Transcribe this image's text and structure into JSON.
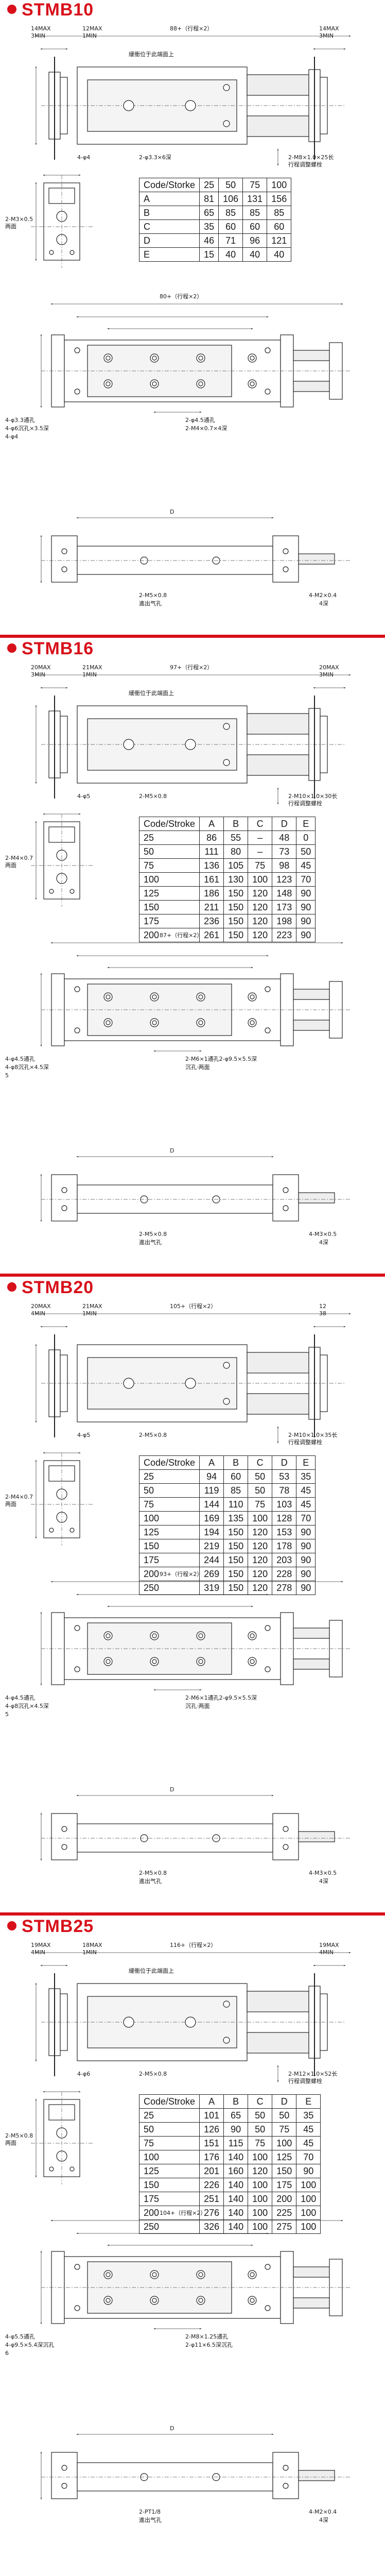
{
  "sections": [
    {
      "title": "STMB10",
      "labels": {
        "l1": "14MAX",
        "l2": "3MIN",
        "l3": "12MAX",
        "l4": "1MIN",
        "l5": "88+（行程×2）",
        "l6": "14MAX",
        "l7": "3MIN",
        "l8": "緩衝位于此端面上",
        "l9": "4-φ4",
        "l10": "2-φ3.3×6深",
        "l11": "2-M8×1.0×25长",
        "l12": "行程调整螺栓",
        "l13": "2-M3×0.5",
        "l14": "两面",
        "l15": "80+（行程×2）",
        "l16": "4-φ3.3通孔",
        "l17": "4-φ6沉孔×3.5深",
        "l18": "4-φ4",
        "l19": "2-φ4.5通孔",
        "l20": "2-M4×0.7×4深",
        "l21": "D",
        "l22": "2-M5×0.8",
        "l23": "進出气孔",
        "l24": "4-M2×0.4",
        "l25": "4深"
      },
      "table": {
        "header": [
          "Code/Storke",
          "25",
          "50",
          "75",
          "100"
        ],
        "rows": [
          [
            "A",
            "81",
            "106",
            "131",
            "156"
          ],
          [
            "B",
            "65",
            "85",
            "85",
            "85"
          ],
          [
            "C",
            "35",
            "60",
            "60",
            "60"
          ],
          [
            "D",
            "46",
            "71",
            "96",
            "121"
          ],
          [
            "E",
            "15",
            "40",
            "40",
            "40"
          ]
        ]
      }
    },
    {
      "title": "STMB16",
      "labels": {
        "l1": "20MAX",
        "l2": "3MIN",
        "l3": "21MAX",
        "l4": "1MIN",
        "l5": "97+（行程×2）",
        "l6": "20MAX",
        "l7": "3MIN",
        "l8": "緩衝位于此端面上",
        "l9": "4-φ5",
        "l10": "2-M5×0.8",
        "l11": "2-M10×1.0×30长",
        "l12": "行程调整螺栓",
        "l13": "2-M4×0.7",
        "l14": "两面",
        "l15": "87+（行程×2）",
        "l16": "4-φ4.5通孔",
        "l17": "4-φ8沉孔×4.5深",
        "l18": "5",
        "l19": "2-M6×1通孔2-φ9.5×5.5深",
        "l20": "沉孔·两面",
        "l21": "D",
        "l22": "2-M5×0.8",
        "l23": "進出气孔",
        "l24": "4-M3×0.5",
        "l25": "4深"
      },
      "table": {
        "header": [
          "Code/Stroke",
          "A",
          "B",
          "C",
          "D",
          "E"
        ],
        "rows": [
          [
            "25",
            "86",
            "55",
            "–",
            "48",
            "0"
          ],
          [
            "50",
            "111",
            "80",
            "–",
            "73",
            "50"
          ],
          [
            "75",
            "136",
            "105",
            "75",
            "98",
            "45"
          ],
          [
            "100",
            "161",
            "130",
            "100",
            "123",
            "70"
          ],
          [
            "125",
            "186",
            "150",
            "120",
            "148",
            "90"
          ],
          [
            "150",
            "211",
            "150",
            "120",
            "173",
            "90"
          ],
          [
            "175",
            "236",
            "150",
            "120",
            "198",
            "90"
          ],
          [
            "200",
            "261",
            "150",
            "120",
            "223",
            "90"
          ]
        ]
      }
    },
    {
      "title": "STMB20",
      "labels": {
        "l1": "20MAX",
        "l2": "4MIN",
        "l3": "21MAX",
        "l4": "1MIN",
        "l5": "105+（行程×2）",
        "l6": "12",
        "l7": "38",
        "l8": "",
        "l9": "4-φ5",
        "l10": "2-M5×0.8",
        "l11": "2-M10×1.0×35长",
        "l12": "行程调整螺栓",
        "l13": "2-M4×0.7",
        "l14": "两面",
        "l15": "93+（行程×2）",
        "l16": "4-φ4.5通孔",
        "l17": "4-φ8沉孔×4.5深",
        "l18": "5",
        "l19": "2-M6×1通孔2-φ9.5×5.5深",
        "l20": "沉孔·两面",
        "l21": "D",
        "l22": "2-M5×0.8",
        "l23": "進出气孔",
        "l24": "4-M3×0.5",
        "l25": "4深"
      },
      "table": {
        "header": [
          "Code/Stroke",
          "A",
          "B",
          "C",
          "D",
          "E"
        ],
        "rows": [
          [
            "25",
            "94",
            "60",
            "50",
            "53",
            "35"
          ],
          [
            "50",
            "119",
            "85",
            "50",
            "78",
            "45"
          ],
          [
            "75",
            "144",
            "110",
            "75",
            "103",
            "45"
          ],
          [
            "100",
            "169",
            "135",
            "100",
            "128",
            "70"
          ],
          [
            "125",
            "194",
            "150",
            "120",
            "153",
            "90"
          ],
          [
            "150",
            "219",
            "150",
            "120",
            "178",
            "90"
          ],
          [
            "175",
            "244",
            "150",
            "120",
            "203",
            "90"
          ],
          [
            "200",
            "269",
            "150",
            "120",
            "228",
            "90"
          ],
          [
            "250",
            "319",
            "150",
            "120",
            "278",
            "90"
          ]
        ]
      }
    },
    {
      "title": "STMB25",
      "labels": {
        "l1": "19MAX",
        "l2": "4MIN",
        "l3": "18MAX",
        "l4": "1MIN",
        "l5": "116+（行程×2）",
        "l6": "19MAX",
        "l7": "4MIN",
        "l8": "緩衝位于此端面上",
        "l9": "4-φ6",
        "l10": "2-M5×0.8",
        "l11": "2-M12×1.0×52长",
        "l12": "行程调整螺栓",
        "l13": "2-M5×0.8",
        "l14": "两面",
        "l15": "104+（行程×2）",
        "l16": "4-φ5.5通孔",
        "l17": "4-φ9.5×5.4深沉孔",
        "l18": "6",
        "l19": "2-M8×1.25通孔",
        "l20": "2-φ11×6.5深沉孔",
        "l21": "D",
        "l22": "2-PT1/8",
        "l23": "進出气孔",
        "l24": "4-M2×0.4",
        "l25": "4深"
      },
      "table": {
        "header": [
          "Code/Stroke",
          "A",
          "B",
          "C",
          "D",
          "E"
        ],
        "rows": [
          [
            "25",
            "101",
            "65",
            "50",
            "50",
            "35"
          ],
          [
            "50",
            "126",
            "90",
            "50",
            "75",
            "45"
          ],
          [
            "75",
            "151",
            "115",
            "75",
            "100",
            "45"
          ],
          [
            "100",
            "176",
            "140",
            "100",
            "125",
            "70"
          ],
          [
            "125",
            "201",
            "160",
            "120",
            "150",
            "90"
          ],
          [
            "150",
            "226",
            "140",
            "100",
            "175",
            "100"
          ],
          [
            "175",
            "251",
            "140",
            "100",
            "200",
            "100"
          ],
          [
            "200",
            "276",
            "140",
            "100",
            "225",
            "100"
          ],
          [
            "250",
            "326",
            "140",
            "100",
            "275",
            "100"
          ]
        ]
      }
    }
  ]
}
